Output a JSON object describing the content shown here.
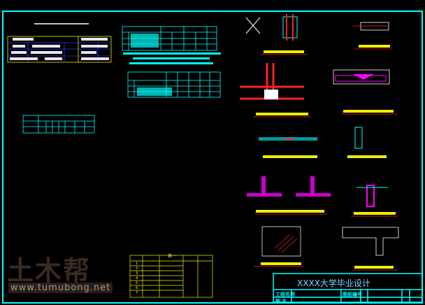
{
  "title_block": {
    "title": "XXXX大学毕业设计",
    "labels": [
      "工程名称",
      "图 名",
      "图纸编号"
    ]
  },
  "watermark": {
    "logo_text": "土木帮",
    "url": "www.tumubong.net"
  },
  "table_1": {
    "title": "表一",
    "row_numbers": [
      "1",
      "2",
      "3",
      "4",
      "5",
      "6",
      "7"
    ]
  },
  "colors": {
    "background": "#000000",
    "frame": "#00ffff",
    "caption": "#ffff00",
    "rebar": "#ff2020",
    "highlight": "#ff00ff"
  }
}
